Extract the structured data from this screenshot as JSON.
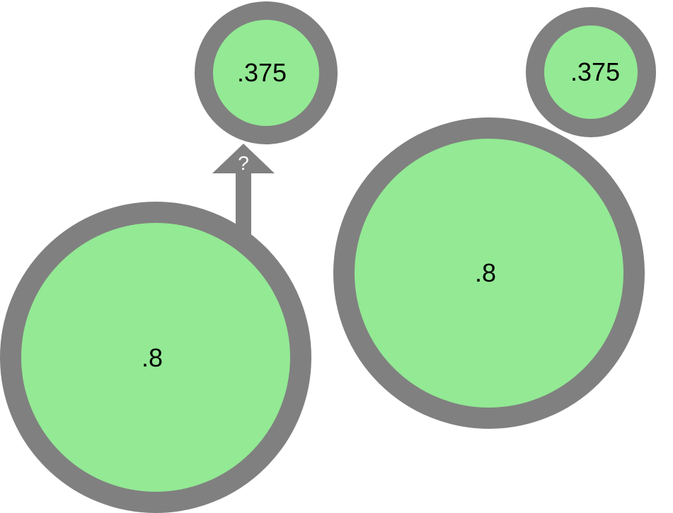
{
  "colors": {
    "circle_fill": "#93e994",
    "circle_ring": "#808080",
    "arrow": "#808080",
    "label_text": "#000000",
    "arrow_text": "#ffffff"
  },
  "left_group": {
    "small_circle": {
      "label": ".375"
    },
    "large_circle": {
      "label": ".8"
    },
    "arrow": {
      "label": "?",
      "direction": "up"
    }
  },
  "right_group": {
    "small_circle": {
      "label": ".375"
    },
    "large_circle": {
      "label": ".8"
    }
  }
}
